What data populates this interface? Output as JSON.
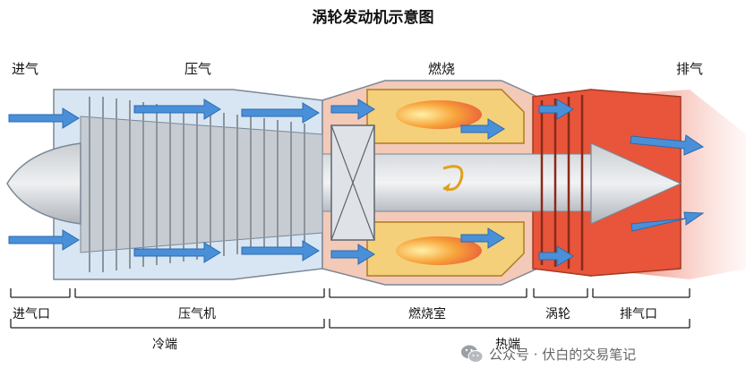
{
  "title": "涡轮发动机示意图",
  "stages": {
    "intake": "进气",
    "compress": "压气",
    "combust": "燃烧",
    "exhaust": "排气"
  },
  "components": {
    "inlet": "进气口",
    "compressor": "压气机",
    "combustor": "燃烧室",
    "turbine": "涡轮",
    "nozzle": "排气口"
  },
  "sections": {
    "cold": "冷端",
    "hot": "热端"
  },
  "watermark": {
    "text": "公众号 · 伏白的交易笔记",
    "icon": "wechat-icon"
  },
  "colors": {
    "air_blue": "#4a90d9",
    "hot_red": "#e8553a",
    "flame_orange": "#f2a33a",
    "metal_gray": "#9aa0a6"
  }
}
